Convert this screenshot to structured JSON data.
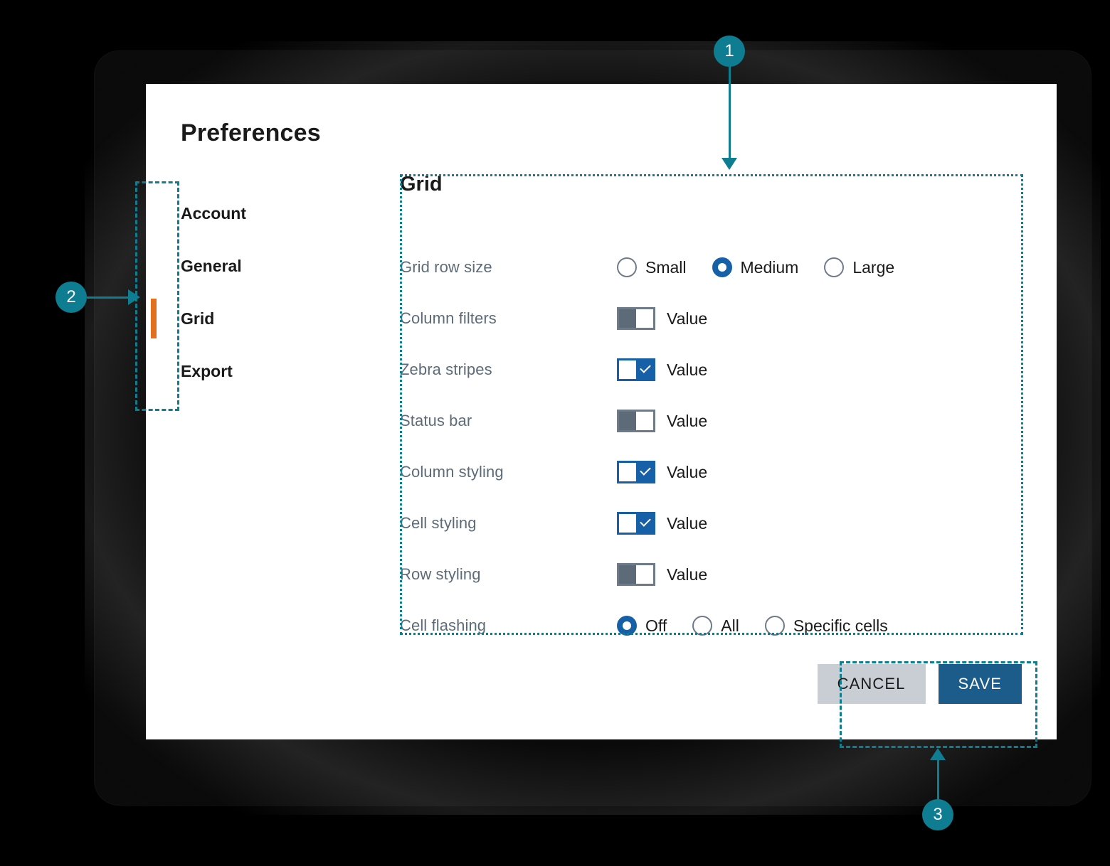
{
  "dialog": {
    "title": "Preferences",
    "sidebar": {
      "items": [
        {
          "label": "Account",
          "active": false
        },
        {
          "label": "General",
          "active": false
        },
        {
          "label": "Grid",
          "active": true
        },
        {
          "label": "Export",
          "active": false
        }
      ]
    },
    "panel": {
      "title": "Grid",
      "rows": [
        {
          "label": "Grid row size",
          "type": "radio",
          "options": [
            {
              "label": "Small",
              "selected": false
            },
            {
              "label": "Medium",
              "selected": true
            },
            {
              "label": "Large",
              "selected": false
            }
          ]
        },
        {
          "label": "Column filters",
          "type": "toggle",
          "value_label": "Value",
          "on": false
        },
        {
          "label": "Zebra stripes",
          "type": "toggle",
          "value_label": "Value",
          "on": true
        },
        {
          "label": "Status bar",
          "type": "toggle",
          "value_label": "Value",
          "on": false
        },
        {
          "label": "Column styling",
          "type": "toggle",
          "value_label": "Value",
          "on": true
        },
        {
          "label": "Cell styling",
          "type": "toggle",
          "value_label": "Value",
          "on": true
        },
        {
          "label": "Row styling",
          "type": "toggle",
          "value_label": "Value",
          "on": false
        },
        {
          "label": "Cell flashing",
          "type": "radio",
          "options": [
            {
              "label": "Off",
              "selected": true
            },
            {
              "label": "All",
              "selected": false
            },
            {
              "label": "Specific cells",
              "selected": false
            }
          ]
        }
      ]
    },
    "actions": {
      "cancel_label": "CANCEL",
      "save_label": "SAVE"
    }
  },
  "annotations": {
    "markers": [
      {
        "number": "1",
        "target": "settings-panel-callout"
      },
      {
        "number": "2",
        "target": "sidebar-nav-callout"
      },
      {
        "number": "3",
        "target": "action-buttons-callout"
      }
    ]
  },
  "colors": {
    "accent_teal": "#0e7c91",
    "active_orange": "#e2701e",
    "primary_blue": "#1660a8",
    "save_blue": "#1b5c8a",
    "cancel_grey": "#c8ced4",
    "label_grey": "#5d6b79"
  }
}
